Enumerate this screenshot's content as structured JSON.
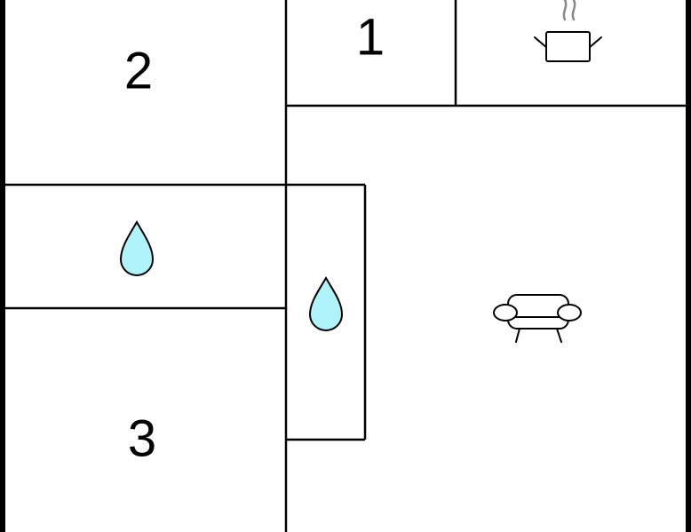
{
  "rooms": {
    "room_1": {
      "label": "1"
    },
    "room_2": {
      "label": "2"
    },
    "room_3": {
      "label": "3"
    }
  },
  "icons": {
    "kitchen": "cooking-pot-icon",
    "bathroom_left": "water-drop-icon",
    "bathroom_center": "water-drop-icon",
    "living_room": "sofa-icon"
  },
  "colors": {
    "wall": "#000000",
    "background": "#ffffff",
    "water": "#aef4fa",
    "steam": "#888888"
  }
}
